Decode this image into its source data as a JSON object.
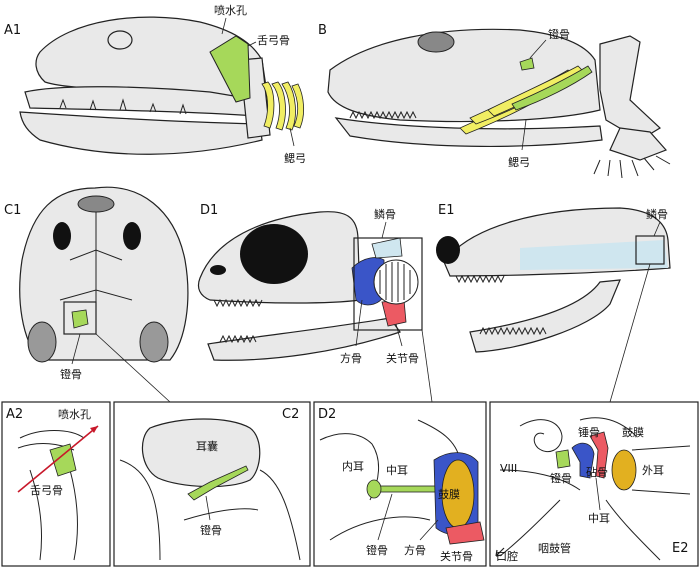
{
  "colors": {
    "hyomandibular_stapes": "#a6d85a",
    "gill_arch": "#f1ee63",
    "quadrate_incus": "#3a55c8",
    "articular_malleus": "#ec5a63",
    "tympanum": "#e2b020",
    "eye_fill": "#111111",
    "bone_fill": "#e9e9e9",
    "pale_blue": "#cfe6ef"
  },
  "panels": {
    "A1": {
      "id": "A1",
      "spiracle": "喷水孔",
      "hyomandibular": "舌弓骨",
      "gill_arches": "鳃弓"
    },
    "B": {
      "id": "B",
      "stapes": "镫骨",
      "gill_arches": "鳃弓"
    },
    "C1": {
      "id": "C1",
      "stapes": "镫骨"
    },
    "D1": {
      "id": "D1",
      "squamosal": "鳞骨",
      "quadrate": "方骨",
      "articular": "关节骨"
    },
    "E1": {
      "id": "E1",
      "squamosal": "鳞骨"
    },
    "A2": {
      "id": "A2",
      "spiracle": "喷水孔",
      "hyomandibular": "舌弓骨"
    },
    "C2": {
      "id": "C2",
      "otic_capsule": "耳囊",
      "stapes": "镫骨"
    },
    "D2": {
      "id": "D2",
      "inner_ear": "内耳",
      "middle_ear": "中耳",
      "tympanum": "鼓膜",
      "stapes": "镫骨",
      "quadrate": "方骨",
      "articular": "关节骨"
    },
    "E2": {
      "id": "E2",
      "cn8": "VIII",
      "malleus": "锤骨",
      "incus": "砧骨",
      "stapes": "镫骨",
      "tympanum": "鼓膜",
      "outer_ear": "外耳",
      "middle_ear": "中耳",
      "oral_cavity": "口腔",
      "eustachian_tube": "咽鼓管"
    }
  }
}
